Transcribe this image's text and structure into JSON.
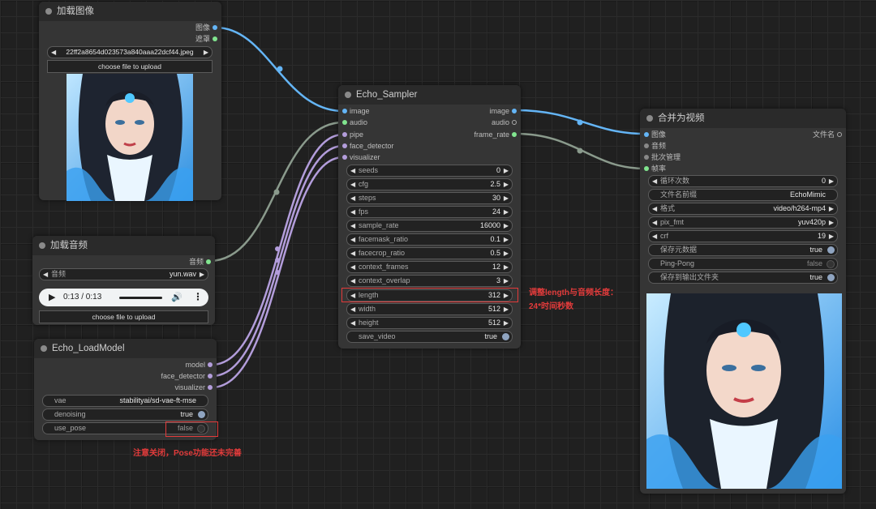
{
  "load_image": {
    "title": "加载图像",
    "outputs": [
      "图像",
      "遮罩"
    ],
    "file_value": "22ff2a8654d023573a840aaa22dcf44.jpeg",
    "upload_label": "choose file to upload"
  },
  "load_audio": {
    "title": "加载音频",
    "output": "音频",
    "widget_label": "音频",
    "widget_value": "yun.wav",
    "player_time": "0:13 / 0:13",
    "upload_label": "choose file to upload"
  },
  "load_model": {
    "title": "Echo_LoadModel",
    "outputs": [
      "model",
      "face_detector",
      "visualizer"
    ],
    "widgets": [
      {
        "label": "vae",
        "value": "stabilityai/sd-vae-ft-mse"
      },
      {
        "label": "denoising",
        "value": "true"
      },
      {
        "label": "use_pose",
        "value": "false"
      }
    ]
  },
  "sampler": {
    "title": "Echo_Sampler",
    "inputs": [
      "image",
      "audio",
      "pipe",
      "face_detector",
      "visualizer"
    ],
    "outputs": [
      "image",
      "audio",
      "frame_rate"
    ],
    "widgets": [
      {
        "label": "seeds",
        "value": "0"
      },
      {
        "label": "cfg",
        "value": "2.5"
      },
      {
        "label": "steps",
        "value": "30"
      },
      {
        "label": "fps",
        "value": "24"
      },
      {
        "label": "sample_rate",
        "value": "16000"
      },
      {
        "label": "facemask_ratio",
        "value": "0.1"
      },
      {
        "label": "facecrop_ratio",
        "value": "0.5"
      },
      {
        "label": "context_frames",
        "value": "12"
      },
      {
        "label": "context_overlap",
        "value": "3"
      },
      {
        "label": "length",
        "value": "312"
      },
      {
        "label": "width",
        "value": "512"
      },
      {
        "label": "height",
        "value": "512"
      },
      {
        "label": "save_video",
        "value": "true"
      }
    ]
  },
  "video_combine": {
    "title": "合并为视频",
    "inputs": [
      "图像",
      "音频",
      "批次管理",
      "帧率"
    ],
    "output": "文件名",
    "widgets": [
      {
        "label": "循环次数",
        "value": "0"
      },
      {
        "label": "文件名前缀",
        "value": "EchoMimic"
      },
      {
        "label": "格式",
        "value": "video/h264-mp4"
      },
      {
        "label": "pix_fmt",
        "value": "yuv420p"
      },
      {
        "label": "crf",
        "value": "19"
      },
      {
        "label": "保存元数据",
        "value": "true"
      },
      {
        "label": "Ping-Pong",
        "value": "false"
      },
      {
        "label": "保存到输出文件夹",
        "value": "true"
      }
    ]
  },
  "annotations": {
    "length_note_1": "调整length与音频长度：",
    "length_note_2": "24*时间秒数",
    "pose_note": "注意关闭，Pose功能还未完善"
  },
  "colors": {
    "image_wire": "#64b5f6",
    "audio_wire": "#81e58f",
    "pipe_wire": "#b39ddb",
    "frame_rate_wire": "#8a9a8c",
    "annotation": "#e23b3b"
  }
}
